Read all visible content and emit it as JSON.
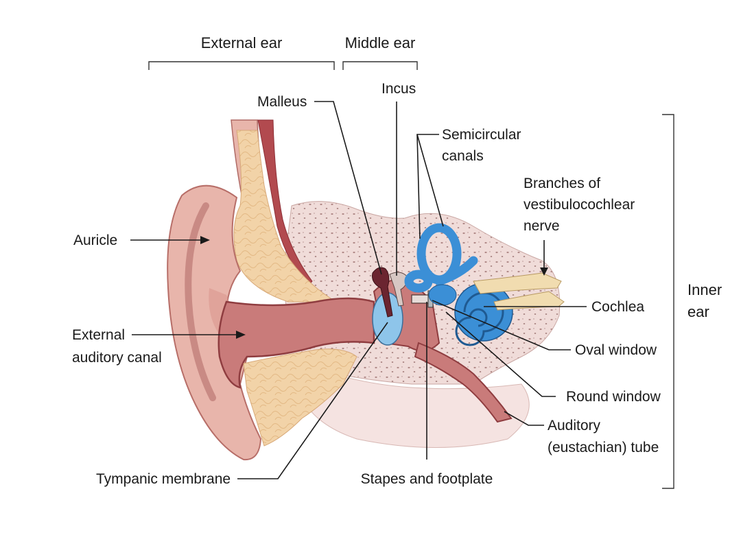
{
  "diagram": {
    "groups": {
      "external_ear": "External ear",
      "middle_ear": "Middle ear",
      "inner_ear_line1": "Inner",
      "inner_ear_line2": "ear"
    },
    "labels": {
      "malleus": "Malleus",
      "incus": "Incus",
      "semicircular_line1": "Semicircular",
      "semicircular_line2": "canals",
      "branches_line1": "Branches of",
      "branches_line2": "vestibulocochlear",
      "branches_line3": "nerve",
      "auricle": "Auricle",
      "cochlea": "Cochlea",
      "external_canal_line1": "External",
      "external_canal_line2": "auditory canal",
      "oval_window": "Oval window",
      "round_window": "Round window",
      "auditory_tube_line1": "Auditory",
      "auditory_tube_line2": "(eustachian) tube",
      "tympanic_membrane": "Tympanic membrane",
      "stapes": "Stapes and footplate"
    },
    "colors": {
      "skin": "#e8b5ab",
      "canal": "#c97b7a",
      "cartilage": "#f2d3a8",
      "bone": "#f0dcd9",
      "inner_ear_blue": "#3b8fd6",
      "membrane_blue": "#8ec5ea",
      "nerve": "#f1dcb0"
    }
  }
}
